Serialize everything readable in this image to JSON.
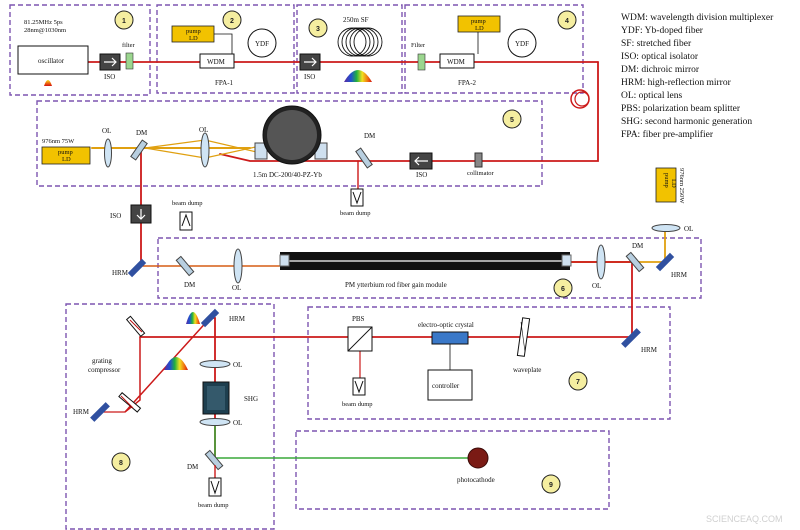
{
  "modules": [
    {
      "num": "1"
    },
    {
      "num": "2"
    },
    {
      "num": "3"
    },
    {
      "num": "4"
    },
    {
      "num": "5"
    },
    {
      "num": "6"
    },
    {
      "num": "7"
    },
    {
      "num": "8"
    },
    {
      "num": "9"
    }
  ],
  "module1": {
    "specs": "81.25MHz 5ps",
    "specs2": "28nm@1030nm",
    "oscillator": "oscillator",
    "iso": "ISO",
    "filter": "filter"
  },
  "module2": {
    "pump": "pump",
    "ld": "LD",
    "wdm": "WDM",
    "ydf": "YDF",
    "fpa": "FPA-1"
  },
  "module3": {
    "sf": "250m SF",
    "iso": "ISO"
  },
  "module4": {
    "filter": "Filter",
    "pump": "pump",
    "ld": "LD",
    "wdm": "WDM",
    "ydf": "YDF",
    "fpa": "FPA-2"
  },
  "module5": {
    "pump_power": "976nm 75W",
    "pump": "pump",
    "ld": "LD",
    "ol1": "OL",
    "dm1": "DM",
    "ol2": "OL",
    "fiber": "1.5m DC-200/40-PZ-Yb",
    "dm2": "DM",
    "beam_dump": "beam dump",
    "iso": "ISO",
    "collimator": "collimator"
  },
  "mid": {
    "iso": "ISO",
    "beam_dump": "beam dump",
    "hrm_left": "HRM",
    "pump_power": "976nm 250W",
    "pump": "pump",
    "ld": "LD",
    "ol_right": "OL"
  },
  "module6": {
    "dm_left": "DM",
    "ol_left": "OL",
    "rod": "PM ytterbium rod fiber gain module",
    "ol_right": "OL",
    "dm_right": "DM",
    "hrm_right": "HRM"
  },
  "module7": {
    "hrm": "HRM",
    "pbs": "PBS",
    "eo": "electro-optic crystal",
    "controller": "controller",
    "waveplate": "waveplate",
    "beam_dump": "beam dump"
  },
  "module8": {
    "hrm_top": "HRM",
    "grating1": "grating",
    "grating2": "compressor",
    "hrm_left": "HRM",
    "ol_top": "OL",
    "shg": "SHG",
    "ol_bottom": "OL",
    "dm": "DM",
    "beam_dump": "beam dump"
  },
  "module9": {
    "photocathode": "photocathode"
  },
  "legend": [
    "WDM: wavelength division multiplexer",
    "YDF: Yb-doped fiber",
    "SF: stretched fiber",
    "ISO: optical isolator",
    "DM: dichroic mirror",
    "HRM: high-reflection mirror",
    "OL: optical lens",
    "PBS: polarization beam splitter",
    "SHG: second harmonic generation",
    "FPA: fiber pre-amplifier"
  ],
  "watermark": "SCIENCEAQ.COM",
  "colors": {
    "beam_ir": "#cc1a1a",
    "beam_pump": "#e0a010",
    "beam_green": "#3aa83a",
    "module_border": "#7d55b0",
    "pump_box": "#f2c200",
    "module_badge": "#f5eea0"
  }
}
